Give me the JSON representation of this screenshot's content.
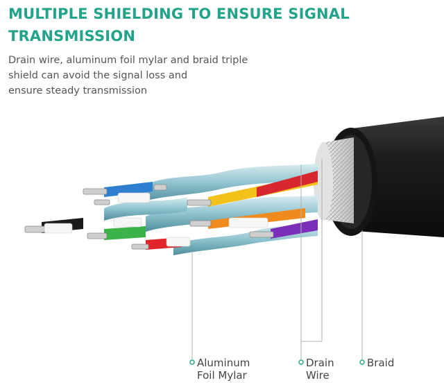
{
  "heading": {
    "line1": "MULTIPLE SHIELDING TO ENSURE SIGNAL",
    "line2": "TRANSMISSION"
  },
  "description": {
    "line1": "Drain wire, aluminum foil mylar and braid triple",
    "line2": "shield can avoid the signal loss and",
    "line3": "ensure steady transmission"
  },
  "callouts": {
    "aluminum_foil": {
      "line1": "Aluminum",
      "line2": "Foil Mylar"
    },
    "drain_wire": {
      "line1": "Drain",
      "line2": "Wire"
    },
    "braid": {
      "line1": "Braid"
    }
  },
  "colors": {
    "accent": "#22a38a",
    "jacket": "#1e1e1e",
    "foil": "#8fc3cf",
    "wire_colors": [
      "#2f7fd0",
      "#f2c21a",
      "#d8282f",
      "#3bb34a",
      "#f08a1c",
      "#7b2fb8",
      "#e0262b",
      "#1b1b1b"
    ]
  }
}
